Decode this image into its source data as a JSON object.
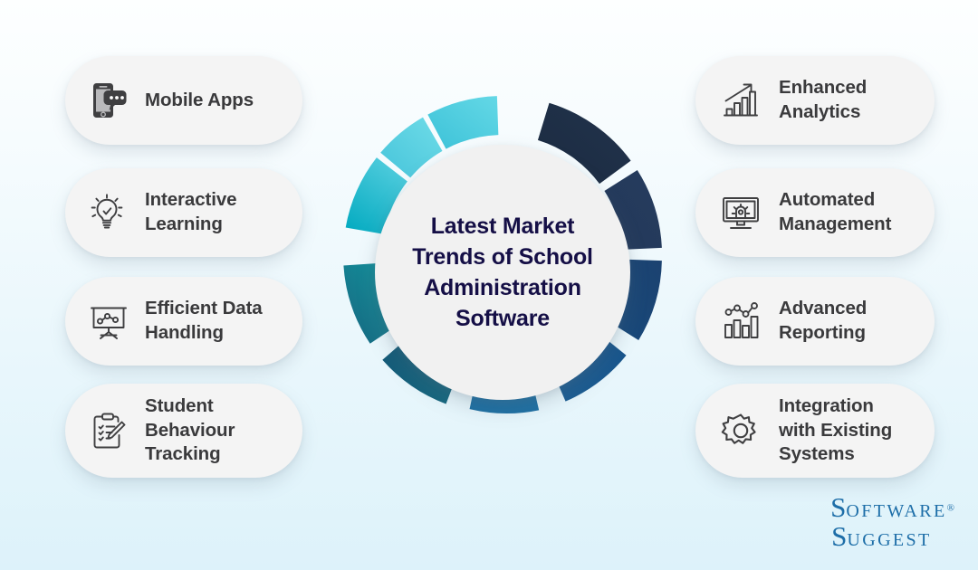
{
  "background": {
    "gradient_from": "#fdffff",
    "gradient_to": "#ddf2fa"
  },
  "center": {
    "title": "Latest Market\nTrends of School\nAdministration\nSoftware",
    "title_color": "#150f46",
    "disc_color": "#f1f1f1"
  },
  "ring": {
    "segments": [
      {
        "index": 1,
        "color": "#5fd3e3",
        "position": "top-left-outer"
      },
      {
        "index": 2,
        "color": "#4cc9dd",
        "position": "top-left"
      },
      {
        "index": 3,
        "color": "#0fb4c8",
        "position": "left-upper"
      },
      {
        "index": 4,
        "color": "#17808f",
        "position": "left-lower"
      },
      {
        "index": 5,
        "color": "#15607f",
        "position": "bottom-left"
      },
      {
        "index": 6,
        "color": "#1a6fa0",
        "position": "bottom"
      },
      {
        "index": 7,
        "color": "#1b5c90",
        "position": "bottom-right"
      },
      {
        "index": 8,
        "color": "#1a4878",
        "position": "right-lower"
      },
      {
        "index": 9,
        "color": "#233a5c",
        "position": "right-upper"
      },
      {
        "index": 10,
        "color": "#1d2e45",
        "position": "top-right"
      }
    ]
  },
  "left_items": [
    {
      "label": "Mobile Apps",
      "icon": "mobile-phone-chat-icon",
      "icon_name": "mobile-apps-icon"
    },
    {
      "label": "Interactive\nLearning",
      "icon": "lightbulb-check-icon",
      "icon_name": "interactive-learning-icon"
    },
    {
      "label": "Efficient Data\nHandling",
      "icon": "presentation-chart-icon",
      "icon_name": "efficient-data-handling-icon"
    },
    {
      "label": "Student\nBehaviour\nTracking",
      "icon": "clipboard-pencil-icon",
      "icon_name": "student-behaviour-tracking-icon"
    }
  ],
  "right_items": [
    {
      "label": "Enhanced\nAnalytics",
      "icon": "growth-bar-chart-arrow-icon",
      "icon_name": "enhanced-analytics-icon"
    },
    {
      "label": "Automated\nManagement",
      "icon": "monitor-gear-icon",
      "icon_name": "automated-management-icon"
    },
    {
      "label": "Advanced\nReporting",
      "icon": "bar-chart-line-icon",
      "icon_name": "advanced-reporting-icon"
    },
    {
      "label": "Integration\nwith Existing\nSystems",
      "icon": "gear-cog-icon",
      "icon_name": "integration-systems-icon"
    }
  ],
  "logo": {
    "cap1": "S",
    "word1": "OFTWARE",
    "registered": "®",
    "cap2": "S",
    "word2": "UGGEST",
    "color": "#1d6ea8"
  }
}
